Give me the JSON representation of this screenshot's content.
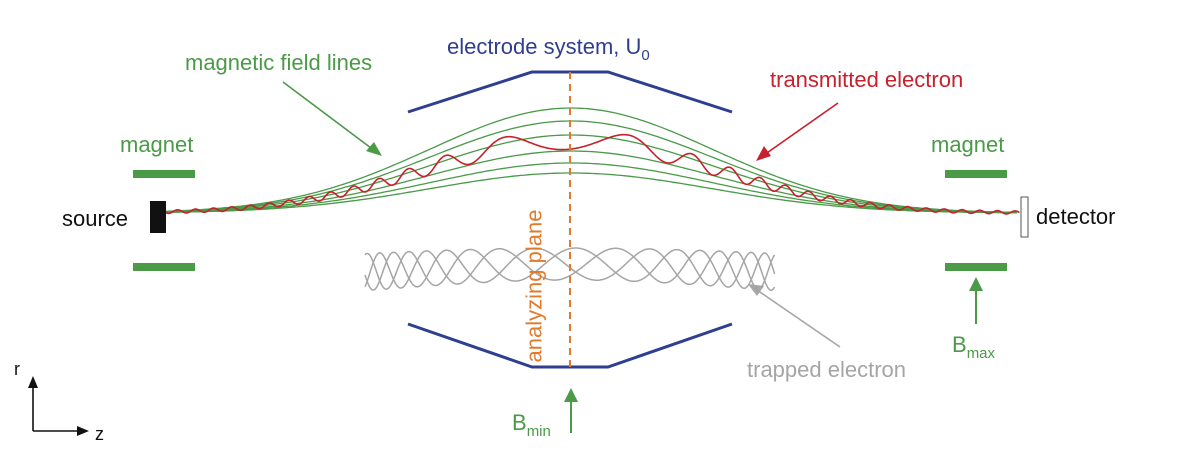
{
  "labels": {
    "electrode_system": "electrode system, U",
    "electrode_sub": "0",
    "magnetic_field_lines": "magnetic field lines",
    "transmitted_electron": "transmitted electron",
    "magnet_left": "magnet",
    "magnet_right": "magnet",
    "source": "source",
    "detector": "detector",
    "analyzing_plane": "analyzing plane",
    "trapped_electron": "trapped electron",
    "b_min": "B",
    "b_min_sub": "min",
    "b_max": "B",
    "b_max_sub": "max",
    "axis_r": "r",
    "axis_z": "z"
  },
  "colors": {
    "field_lines": "#4a9a48",
    "electrode": "#2e3f8f",
    "transmitted": "#c8202d",
    "trapped": "#a5a5a5",
    "analyzing_plane": "#e07a2c",
    "magnet": "#4a9a48",
    "source": "#111111"
  }
}
